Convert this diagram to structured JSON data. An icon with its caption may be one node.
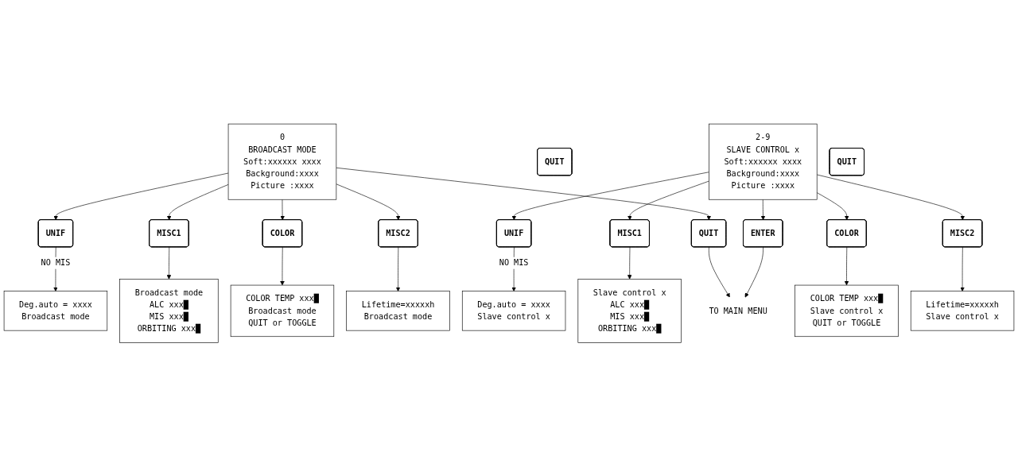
{
  "diagram": {
    "nodes": [
      {
        "text": [
          "TO MAIN MENU"
        ]
      },
      {
        "text": [
          "QUIT"
        ]
      },
      {
        "text": [
          "ENTER"
        ]
      },
      {
        "text": [
          "0",
          "BROADCAST MODE",
          "Soft:xxxxxx xxxx",
          "Background:xxxx",
          "Picture :xxxx"
        ]
      },
      {
        "text": [
          "MISC2"
        ]
      },
      {
        "text": [
          "COLOR"
        ]
      },
      {
        "text": [
          "COLOR TEMP xxx█",
          "Broadcast mode",
          "QUIT or TOGGLE"
        ]
      },
      {
        "text": [
          "Lifetime=xxxxxh",
          "Broadcast mode"
        ]
      },
      {
        "text": [
          "QUIT"
        ]
      },
      {
        "text": [
          "MISC1"
        ]
      },
      {
        "text": [
          "UNIF"
        ]
      },
      {
        "text": [
          "Deg.auto = xxxx",
          "Broadcast mode"
        ]
      },
      {
        "text": [
          "Broadcast mode",
          "ALC xxx█",
          "MIS xxx█",
          "ORBITING xxx█"
        ]
      },
      {
        "text": [
          "2-9",
          "SLAVE CONTROL x",
          "Soft:xxxxxx xxxx",
          "Background:xxxx",
          "Picture :xxxx"
        ]
      },
      {
        "text": [
          "MISC2"
        ]
      },
      {
        "text": [
          "COLOR"
        ]
      },
      {
        "text": [
          "COLOR TEMP xxx█",
          "Slave control x",
          "QUIT or TOGGLE"
        ]
      },
      {
        "text": [
          "Lifetime=xxxxxh",
          "Slave control x"
        ]
      },
      {
        "text": [
          "QUIT"
        ]
      },
      {
        "text": [
          "MISC1"
        ]
      },
      {
        "text": [
          "UNIF"
        ]
      },
      {
        "text": [
          "Deg.auto = xxxx",
          "Slave control x"
        ]
      },
      {
        "text": [
          "Slave control x",
          "ALC xxx█",
          "MIS xxx█",
          "ORBITING xxx█"
        ]
      }
    ],
    "edges": [
      {
        "from": 1,
        "to": 0,
        "arrow": "to"
      },
      {
        "from": 2,
        "to": 0,
        "arrow": "to"
      },
      {
        "from": 3,
        "to": 1,
        "arrow": "to"
      },
      {
        "from": 3,
        "to": 4,
        "arrow": "to"
      },
      {
        "from": 3,
        "to": 5,
        "arrow": "to"
      },
      {
        "from": 3,
        "to": 9,
        "arrow": "to"
      },
      {
        "from": 3,
        "to": 10,
        "arrow": "to"
      },
      {
        "from": 4,
        "to": 7,
        "arrow": "to"
      },
      {
        "from": 5,
        "to": 6,
        "arrow": "to"
      },
      {
        "from": 9,
        "to": 12,
        "arrow": "to"
      },
      {
        "from": 10,
        "to": 11,
        "label": "NO MIS",
        "arrow": "to"
      },
      {
        "from": 13,
        "to": 2,
        "arrow": "to"
      },
      {
        "from": 13,
        "to": 14,
        "arrow": "to"
      },
      {
        "from": 13,
        "to": 15,
        "arrow": "to"
      },
      {
        "from": 13,
        "to": 19,
        "arrow": "to"
      },
      {
        "from": 13,
        "to": 20,
        "arrow": "to"
      },
      {
        "from": 14,
        "to": 17,
        "arrow": "to"
      },
      {
        "from": 15,
        "to": 16,
        "arrow": "to"
      },
      {
        "from": 19,
        "to": 22,
        "arrow": "to"
      },
      {
        "from": 20,
        "to": 21,
        "label": "NO MIS",
        "arrow": "to"
      }
    ]
  }
}
